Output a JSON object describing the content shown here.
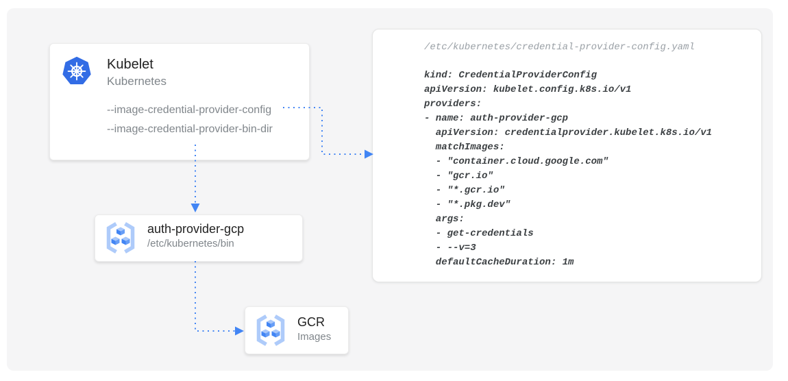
{
  "kubelet": {
    "title": "Kubelet",
    "subtitle": "Kubernetes",
    "flags": [
      "--image-credential-provider-config",
      "--image-credential-provider-bin-dir"
    ]
  },
  "auth_provider": {
    "title": "auth-provider-gcp",
    "subtitle": "/etc/kubernetes/bin"
  },
  "gcr": {
    "title": "GCR",
    "subtitle": "Images"
  },
  "config_file": {
    "path": "/etc/kubernetes/credential-provider-config.yaml",
    "yaml": "kind: CredentialProviderConfig\napiVersion: kubelet.config.k8s.io/v1\nproviders:\n- name: auth-provider-gcp\n  apiVersion: credentialprovider.kubelet.k8s.io/v1\n  matchImages:\n  - \"container.cloud.google.com\"\n  - \"gcr.io\"\n  - \"*.gcr.io\"\n  - \"*.pkg.dev\"\n  args:\n  - get-credentials\n  - --v=3\n  defaultCacheDuration: 1m"
  },
  "icons": {
    "kubernetes-icon": "blue heptagon with white helm wheel",
    "container-registry-icon": "light-blue brackets with three blue cubes",
    "arrow-style": "blue dotted line with solid triangle head"
  },
  "colors": {
    "arrow_blue": "#4285f4",
    "k8s_logo_blue": "#326ce5",
    "registry_light_blue": "#aecbfa",
    "code_text": "#3c4043",
    "muted_text": "#80868b",
    "panel_background": "#f5f5f6"
  }
}
